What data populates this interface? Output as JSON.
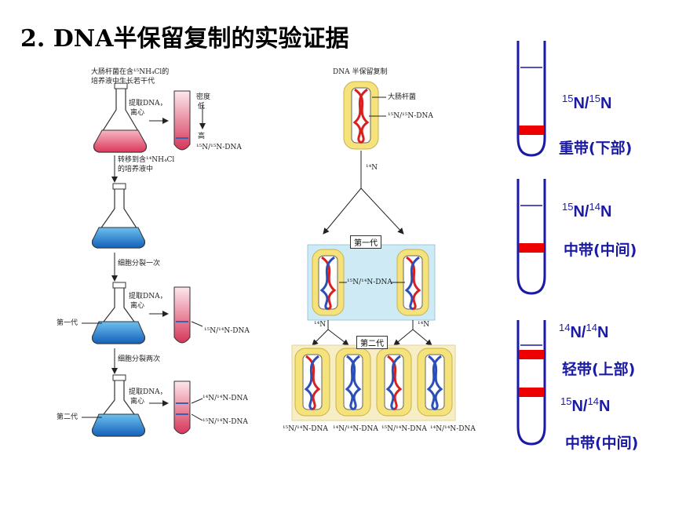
{
  "title": "2. DNA半保留复制的实验证据",
  "left_panel": {
    "caption_top": "大肠杆菌在含¹⁵NH₄Cl的",
    "caption_top2": "培养液中生长若干代",
    "extract1": "提取DNA，",
    "centrifuge1": "离心",
    "density": "密度",
    "low": "低",
    "high": "高",
    "dna1": "¹⁵N/¹⁵N-DNA",
    "transfer": "转移到含¹⁴NH₄Cl",
    "transfer2": "的培养液中",
    "divide1": "细胞分裂一次",
    "gen1": "第一代",
    "extract2": "提取DNA，",
    "centrifuge2": "离心",
    "dna2": "¹⁵N/¹⁴N-DNA",
    "divide2": "细胞分裂两次",
    "gen2": "第二代",
    "extract3": "提取DNA，",
    "centrifuge3": "离心",
    "dna3a": "¹⁴N/¹⁴N-DNA",
    "dna3b": "¹⁵N/¹⁴N-DNA"
  },
  "middle_panel": {
    "title": "DNA 半保留复制",
    "ecoli": "大肠杆菌",
    "dna_parent": "¹⁵N/¹⁵N-DNA",
    "n14_top": "¹⁴N",
    "gen1_box": "第一代",
    "dna_gen1": "¹⁵N/¹⁴N-DNA",
    "n14_left": "¹⁴N",
    "n14_right": "¹⁴N",
    "gen2_box": "第二代",
    "bottom_labels": [
      "¹⁵N/¹⁴N-DNA",
      "¹⁴N/¹⁴N-DNA",
      "¹⁵N/¹⁴N-DNA",
      "¹⁴N/¹⁴N-DNA"
    ]
  },
  "right_panel": {
    "tube1": {
      "sup1": "15",
      "n1": "N/",
      "sup2": "15",
      "n2": "N",
      "band": "重带(下部)"
    },
    "tube2": {
      "sup1": "15",
      "n1": "N/",
      "sup2": "14",
      "n2": "N",
      "band": "中带(中间)"
    },
    "tube3": {
      "sup1": "14",
      "n1": "N/",
      "sup2": "14",
      "n2": "N",
      "band": "轻带(上部)",
      "sup3": "15",
      "n3": "N/",
      "sup4": "14",
      "n4": "N",
      "band2": "中带(中间)"
    }
  },
  "colors": {
    "band_red": "#ee0000",
    "label_blue": "#1a1aa6",
    "flask_pink": "#e8607a",
    "flask_blue": "#1a7fd0",
    "cell_yellow": "#f5e27a",
    "box_blue": "#cdeaf5"
  }
}
